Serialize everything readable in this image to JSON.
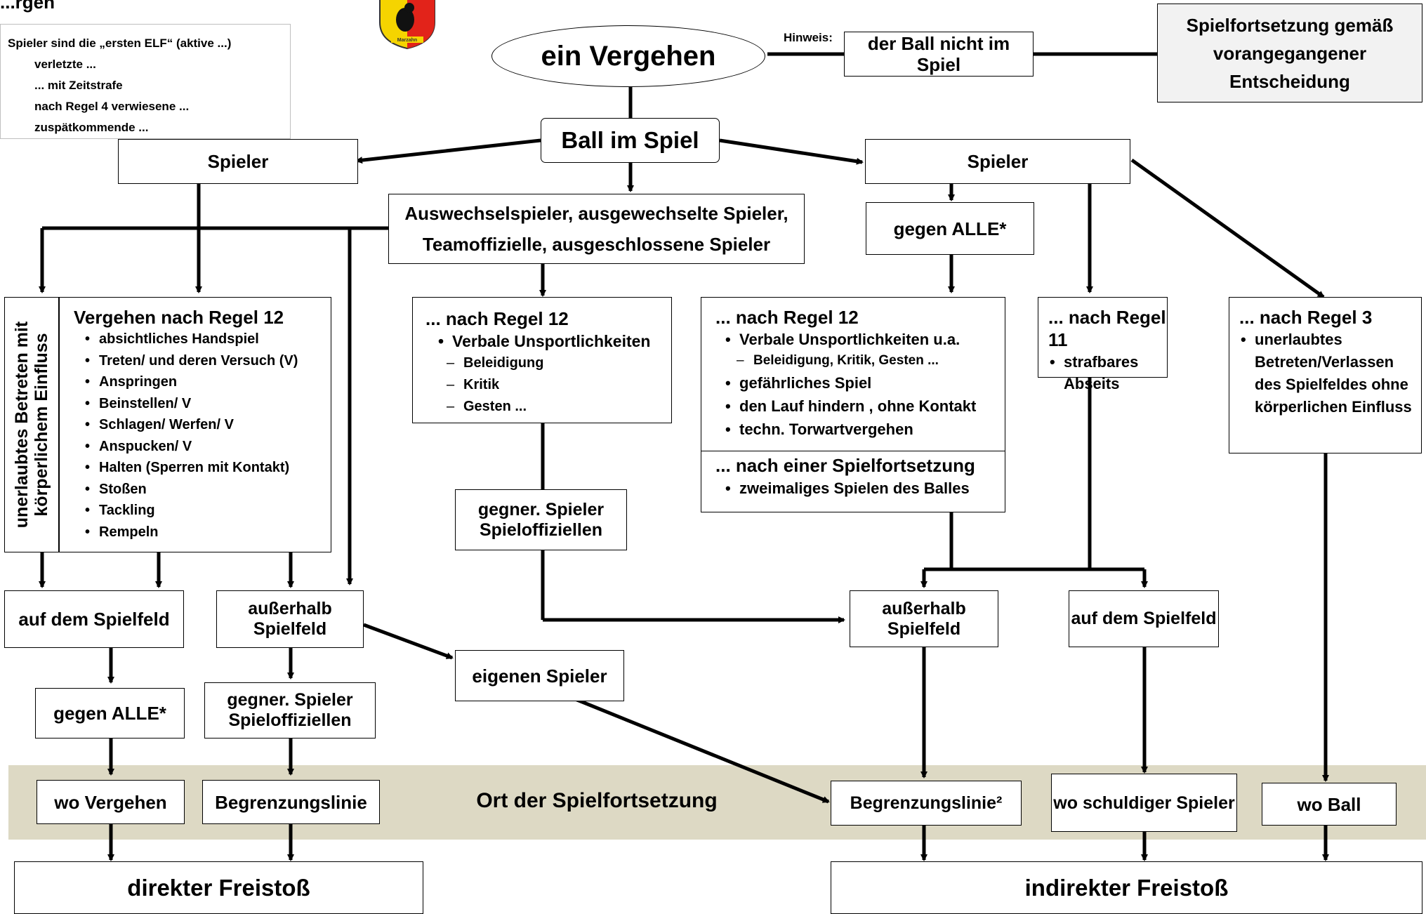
{
  "header": {
    "title": "ein Vergehen",
    "cut_text": "...rgeh",
    "hint_label": "Hinweis:",
    "hint_text": "der Ball nicht im Spiel",
    "hint_result": "Spielfortsetzung gemäß vorangegangener Entscheidung"
  },
  "note": {
    "line1": "Spieler sind die „ersten ELF“ (aktive ...)",
    "line2": "verletzte ...",
    "line3": "... mit Zeitstrafe",
    "line4": "nach Regel 4 verwiesene ...",
    "line5": "zuspätkommende ..."
  },
  "logo": {
    "text": "Marzahn",
    "colors": [
      "#f5d400",
      "#e2231a",
      "#111111"
    ]
  },
  "ball_in_play": "Ball im Spiel",
  "left": {
    "spieler": "Spieler",
    "unerlaubt": "unerlaubtes Betreten mit körperlichem Einfluss",
    "regel12_title": "Vergehen nach Regel 12",
    "regel12_items": [
      "absichtliches Handspiel",
      "Treten/ und deren Versuch (V)",
      "Anspringen",
      "Beinstellen/ V",
      "Schlagen/ Werfen/ V",
      "Anspucken/ V",
      "Halten (Sperren mit Kontakt)",
      "Stoßen",
      "Tackling",
      "Rempeln"
    ],
    "auf_spielfeld": "auf dem Spielfeld",
    "ausserhalb": "außerhalb Spielfeld",
    "gegen_alle": "gegen ALLE*",
    "gegner_spieler": "gegner. Spieler Spieloffiziellen",
    "eigenen_spieler": "eigenen Spieler",
    "wo_vergehen": "wo Vergehen",
    "begrenzungslinie": "Begrenzungslinie",
    "direkter": "direkter Freistoß"
  },
  "middle": {
    "auswechsel": "Auswechselspieler, ausgewechselte Spieler, Teamoffizielle, ausgeschlossene Spieler",
    "regel12_title": "... nach Regel 12",
    "regel12_item": "Verbale Unsportlichkeiten",
    "regel12_sub": [
      "Beleidigung",
      "Kritik",
      "Gesten ..."
    ],
    "gegner_spieler": "gegner. Spieler Spieloffiziellen"
  },
  "band_label": "Ort der Spielfortsetzung",
  "right": {
    "spieler": "Spieler",
    "gegen_alle": "gegen ALLE*",
    "regel12_title": "... nach Regel 12",
    "regel12_item1": "Verbale Unsportlichkeiten u.a.",
    "regel12_sub": "Beleidigung, Kritik, Gesten ...",
    "regel12_items": [
      "gefährliches Spiel",
      "den Lauf hindern , ohne Kontakt",
      "techn. Torwartvergehen"
    ],
    "fortsetzung_title": "... nach einer Spielfortsetzung",
    "fortsetzung_item": "zweimaliges Spielen des Balles",
    "regel11_title": "... nach Regel 11",
    "regel11_item": "strafbares Abseits",
    "regel3_title": "... nach Regel 3",
    "regel3_item": "unerlaubtes Betreten/Verlassen des Spielfeldes ohne körperlichen Einfluss",
    "ausserhalb": "außerhalb Spielfeld",
    "auf_spielfeld": "auf dem Spielfeld",
    "begrenzungslinie": "Begrenzungslinie²",
    "wo_schuldiger": "wo schuldiger Spieler",
    "wo_ball": "wo Ball",
    "indirekter": "indirekter Freistoß"
  }
}
